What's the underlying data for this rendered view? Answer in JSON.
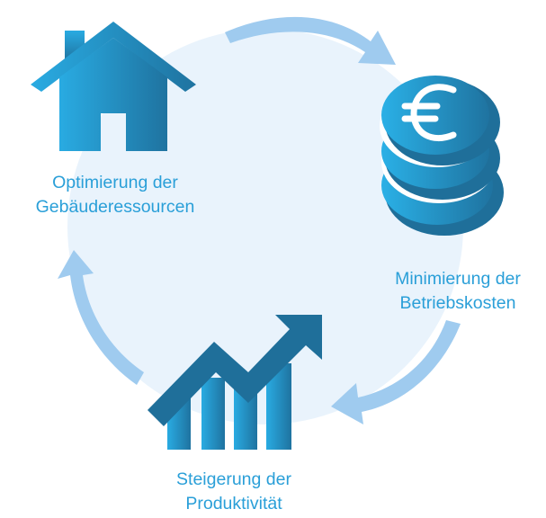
{
  "colors": {
    "circle_fill": "#e9f3fc",
    "arrow": "#9fcbef",
    "icon_light": "#29abe2",
    "icon_dark": "#1e6f95",
    "label_text": "#2a9fd8"
  },
  "items": [
    {
      "icon": "house-icon",
      "label_lines": [
        "Optimierung der",
        "Gebäuderessourcen"
      ]
    },
    {
      "icon": "euro-coin-stack-icon",
      "label_lines": [
        "Minimierung der",
        "Betriebskosten"
      ]
    },
    {
      "icon": "growth-chart-icon",
      "label_lines": [
        "Steigerung der",
        "Produktivität"
      ]
    }
  ],
  "cycle_direction": "clockwise"
}
